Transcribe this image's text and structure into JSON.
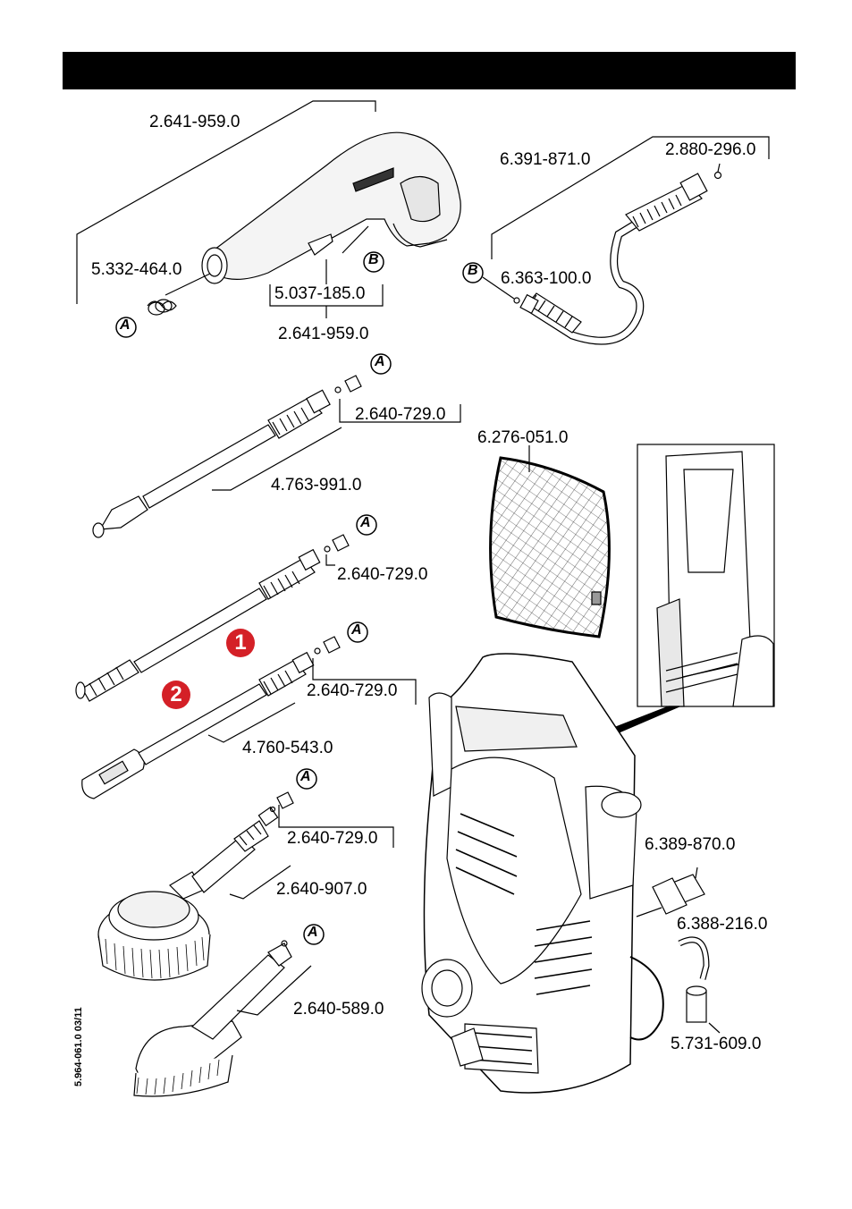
{
  "callouts": [
    {
      "id": "gun-top",
      "text": "2.641-959.0"
    },
    {
      "id": "spring",
      "text": "5.332-464.0"
    },
    {
      "id": "clip",
      "text": "5.037-185.0"
    },
    {
      "id": "gun-bottom",
      "text": "2.641-959.0"
    },
    {
      "id": "hose",
      "text": "6.391-871.0"
    },
    {
      "id": "hose-oring",
      "text": "2.880-296.0"
    },
    {
      "id": "hose-nipple",
      "text": "6.363-100.0"
    },
    {
      "id": "nozzle1",
      "text": "2.640-729.0"
    },
    {
      "id": "lance1",
      "text": "4.763-991.0"
    },
    {
      "id": "nozzle2",
      "text": "2.640-729.0"
    },
    {
      "id": "nozzle3",
      "text": "2.640-729.0"
    },
    {
      "id": "lance3",
      "text": "4.760-543.0"
    },
    {
      "id": "filter",
      "text": "6.276-051.0"
    },
    {
      "id": "nozzle4",
      "text": "2.640-729.0"
    },
    {
      "id": "brush-rot",
      "text": "2.640-907.0"
    },
    {
      "id": "brush-flat",
      "text": "2.640-589.0"
    },
    {
      "id": "coupling",
      "text": "6.389-870.0"
    },
    {
      "id": "inlet-hose",
      "text": "6.388-216.0"
    },
    {
      "id": "inlet-filter",
      "text": "5.731-609.0"
    }
  ],
  "markers": {
    "one": "1",
    "two": "2"
  },
  "letters": {
    "a": "A",
    "b": "B"
  },
  "doc_code": "5.964-061.0  03/11"
}
